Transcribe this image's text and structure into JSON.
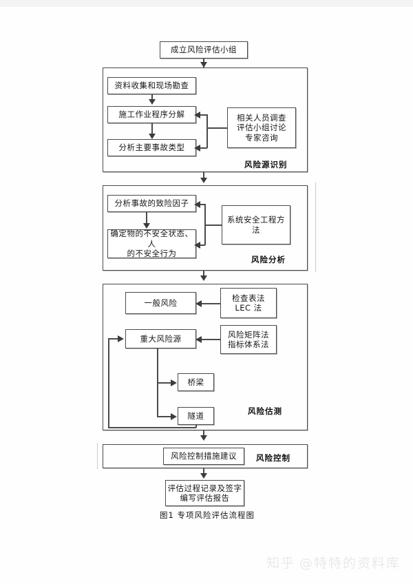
{
  "figure": {
    "caption": "图1 专项风险评估流程图",
    "start_node": "成立风险评估小组",
    "end_node_line1": "评估过程记录及签字",
    "end_node_line2": "编写评估报告"
  },
  "stages": [
    {
      "key": "risk_source_identification",
      "label": "风险源识别",
      "steps": [
        "资料收集和现场勘查",
        "施工作业程序分解",
        "分析主要事故类型"
      ],
      "method_box": [
        "相关人员调查",
        "评估小组讨论",
        "专家咨询"
      ]
    },
    {
      "key": "risk_analysis",
      "label": "风险分析",
      "steps": [
        "分析事故的致险因子",
        "确定物的不安全状态、人",
        "的不安全行为"
      ],
      "method_box": [
        "系统安全工程方",
        "法"
      ]
    },
    {
      "key": "risk_estimation",
      "label": "风险估测",
      "steps": [
        "一般风险",
        "重大风险源",
        "桥梁",
        "隧道"
      ],
      "method_box_1": [
        "检查表法",
        "LEC 法"
      ],
      "method_box_2": [
        "风险矩阵法",
        "指标体系法"
      ]
    },
    {
      "key": "risk_control",
      "label": "风险控制",
      "steps": [
        "风险控制措施建议"
      ]
    }
  ],
  "watermark": {
    "site": "知乎",
    "user": "@特特的资料库"
  },
  "colors": {
    "line": "#4a4a4a",
    "text": "#171717",
    "background": "#ffffff",
    "watermark": "#e9e9e9"
  }
}
